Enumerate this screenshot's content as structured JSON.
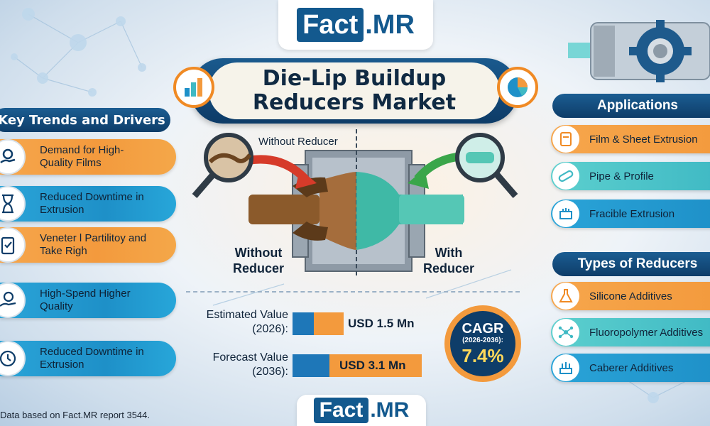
{
  "brand": {
    "fact": "Fact",
    "mr": ".MR",
    "orange": "#f39a3d",
    "navy": "#0e3d69",
    "blue": "#1e90c8",
    "teal": "#3fb9c4"
  },
  "title": {
    "line1": "Die-Lip Buildup",
    "line2": "Reducers Market"
  },
  "trends": {
    "header": "Key Trends and Drivers",
    "items": [
      {
        "label_line1": "Demand for High-",
        "label_line2": "Quality Films",
        "icon": "hand-gear-icon"
      },
      {
        "label_line1": "Reduced Downtime in",
        "label_line2": "Extrusion",
        "icon": "hourglass-icon"
      },
      {
        "label_line1": "Veneter l Partilitoy and",
        "label_line2": "Take Righ",
        "icon": "clipboard-check-icon"
      },
      {
        "label_line1": "High-Spend Higher",
        "label_line2": "Quality",
        "icon": "hand-badge-icon"
      },
      {
        "label_line1": "Reduced Downtime in",
        "label_line2": "Extrusion",
        "icon": "clock-icon"
      }
    ]
  },
  "applications": {
    "header": "Applications",
    "items": [
      {
        "label": "Film & Sheet Extrusion",
        "icon": "film-roll-icon"
      },
      {
        "label": "Pipe & Profile",
        "icon": "pipe-icon"
      },
      {
        "label": "Fracible Extrusion",
        "icon": "extruder-icon"
      }
    ]
  },
  "types": {
    "header": "Types of Reducers",
    "items": [
      {
        "label": "Silicone Additives",
        "icon": "flask-icon"
      },
      {
        "label": "Fluoropolymer Additives",
        "icon": "molecule-icon"
      },
      {
        "label": "Caberer Additives",
        "icon": "filter-icon"
      }
    ]
  },
  "diagram": {
    "without_top": "Without Reducer",
    "without_line1": "Without",
    "without_line2": "Reducer",
    "with_line1": "With",
    "with_line2": "Reducer"
  },
  "values": {
    "estimated_label_line1": "Estimated Value",
    "estimated_label_line2": "(2026):",
    "estimated_value": "USD 1.5 Mn",
    "estimated_amount": 1.5,
    "forecast_label_line1": "Forecast Value",
    "forecast_label_line2": "(2036):",
    "forecast_value": "USD 3.1 Mn",
    "forecast_amount": 3.1
  },
  "cagr": {
    "label": "CAGR",
    "period": "(2026-2036):",
    "value": "7.4%"
  },
  "footnote": "Data based on Fact.MR report 3544."
}
